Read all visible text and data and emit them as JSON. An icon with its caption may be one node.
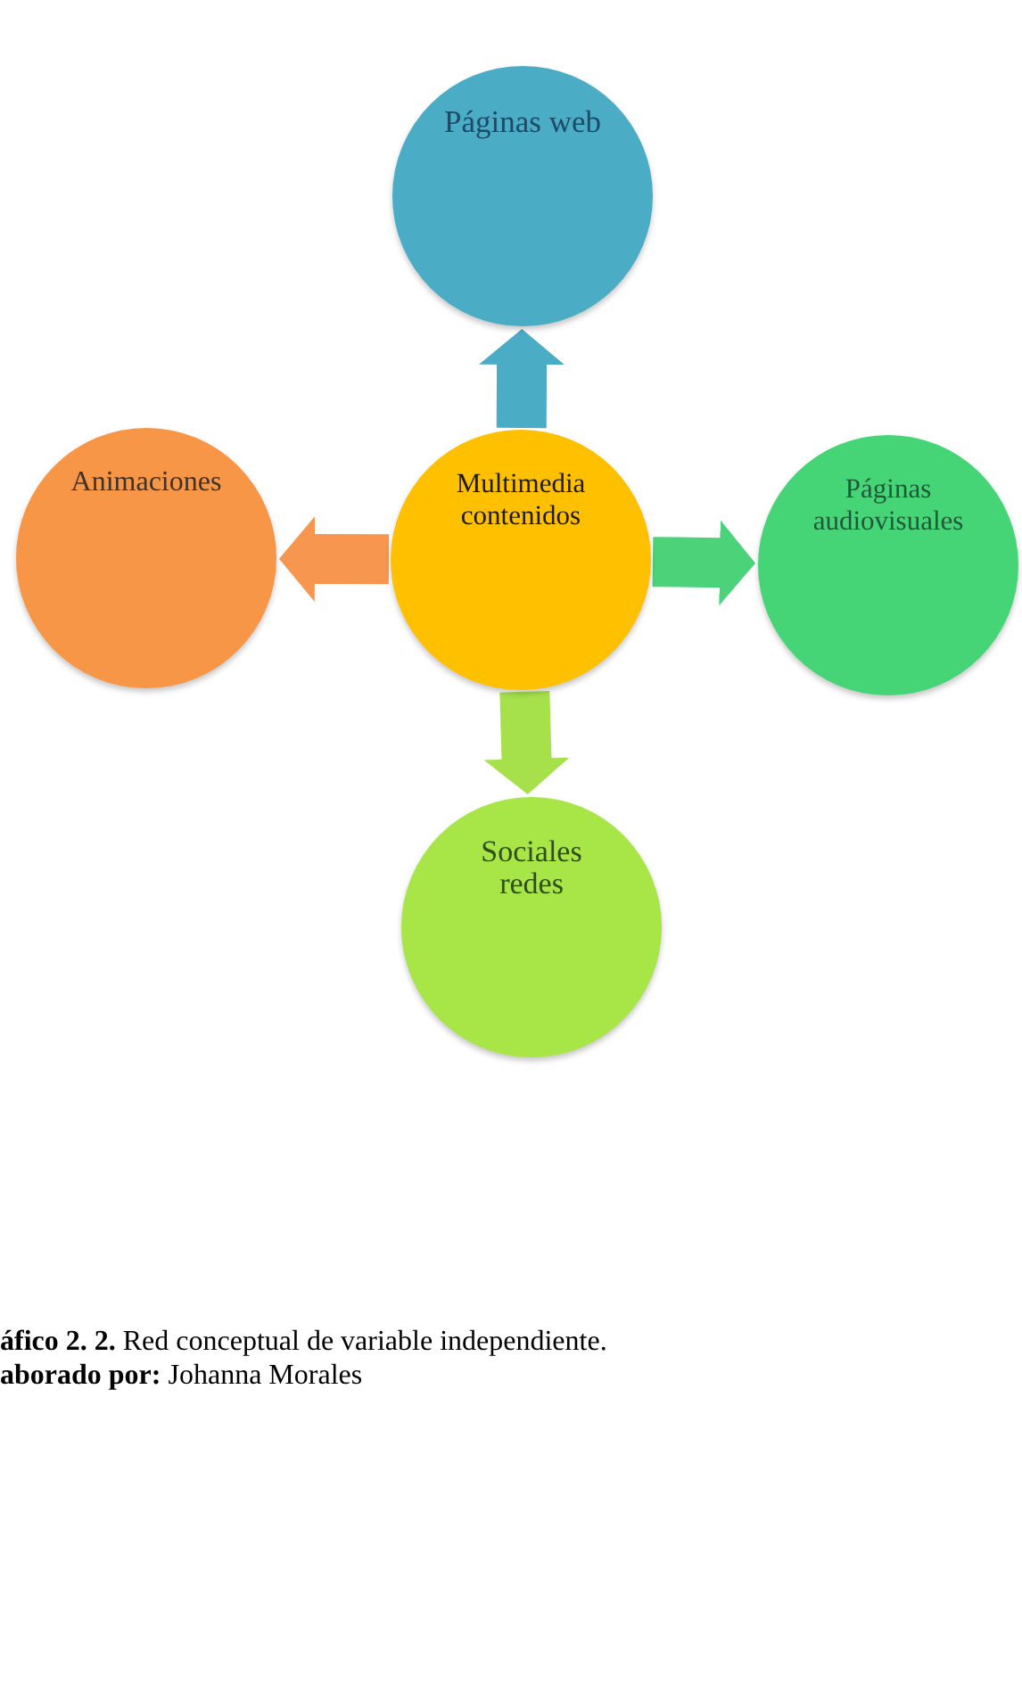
{
  "diagram": {
    "caption": "**áfico 2. 2.** Red conceptual de variable independiente.",
    "nodes": [
      {
        "text": [
          "Páginas web"
        ]
      },
      {
        "text": [
          "Animaciones"
        ]
      },
      {
        "text": [
          "Multimedia contenidos"
        ]
      },
      {
        "text": [
          "Páginas audiovisuales"
        ]
      },
      {
        "text": [
          "Sociales redes"
        ]
      }
    ],
    "edges": [
      {
        "from": 2,
        "to": 0,
        "arrow": "to",
        "color": "#4bacc6"
      },
      {
        "from": 2,
        "to": 3,
        "arrow": "to",
        "color": "#4cd279"
      },
      {
        "from": 2,
        "to": 4,
        "arrow": "to",
        "color": "#a6e14b"
      },
      {
        "from": 2,
        "to": 1,
        "arrow": "to",
        "color": "#f7974f"
      }
    ],
    "labels": [
      "**aborado por:** Johanna Morales"
    ]
  }
}
